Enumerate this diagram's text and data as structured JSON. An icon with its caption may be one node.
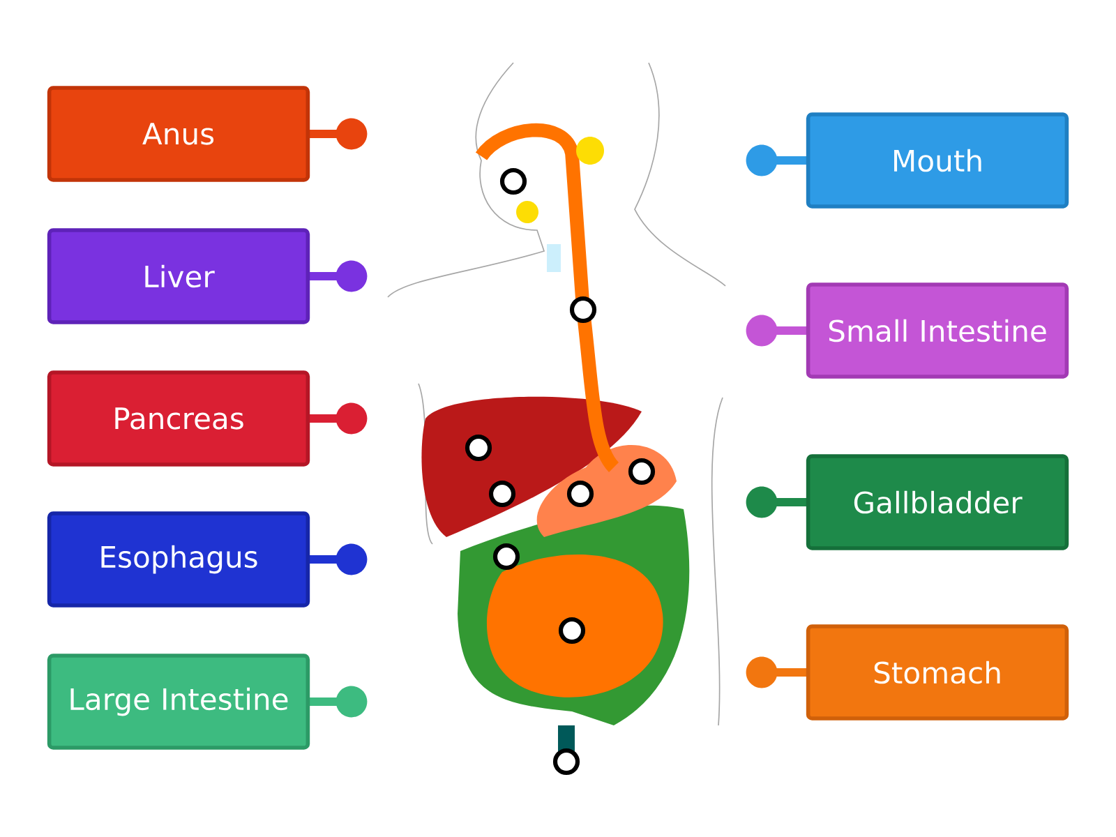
{
  "diagram": {
    "nodes": [
      {
        "text": [
          "Anus"
        ]
      },
      {
        "text": [
          "Mouth"
        ]
      },
      {
        "text": [
          "Liver"
        ]
      },
      {
        "text": [
          "Small Intestine"
        ]
      },
      {
        "text": [
          "Pancreas"
        ]
      },
      {
        "text": [
          "Gallbladder"
        ]
      },
      {
        "text": [
          "Esophagus"
        ]
      },
      {
        "text": [
          "Stomach"
        ]
      },
      {
        "text": [
          "Large Intestine"
        ]
      }
    ]
  }
}
